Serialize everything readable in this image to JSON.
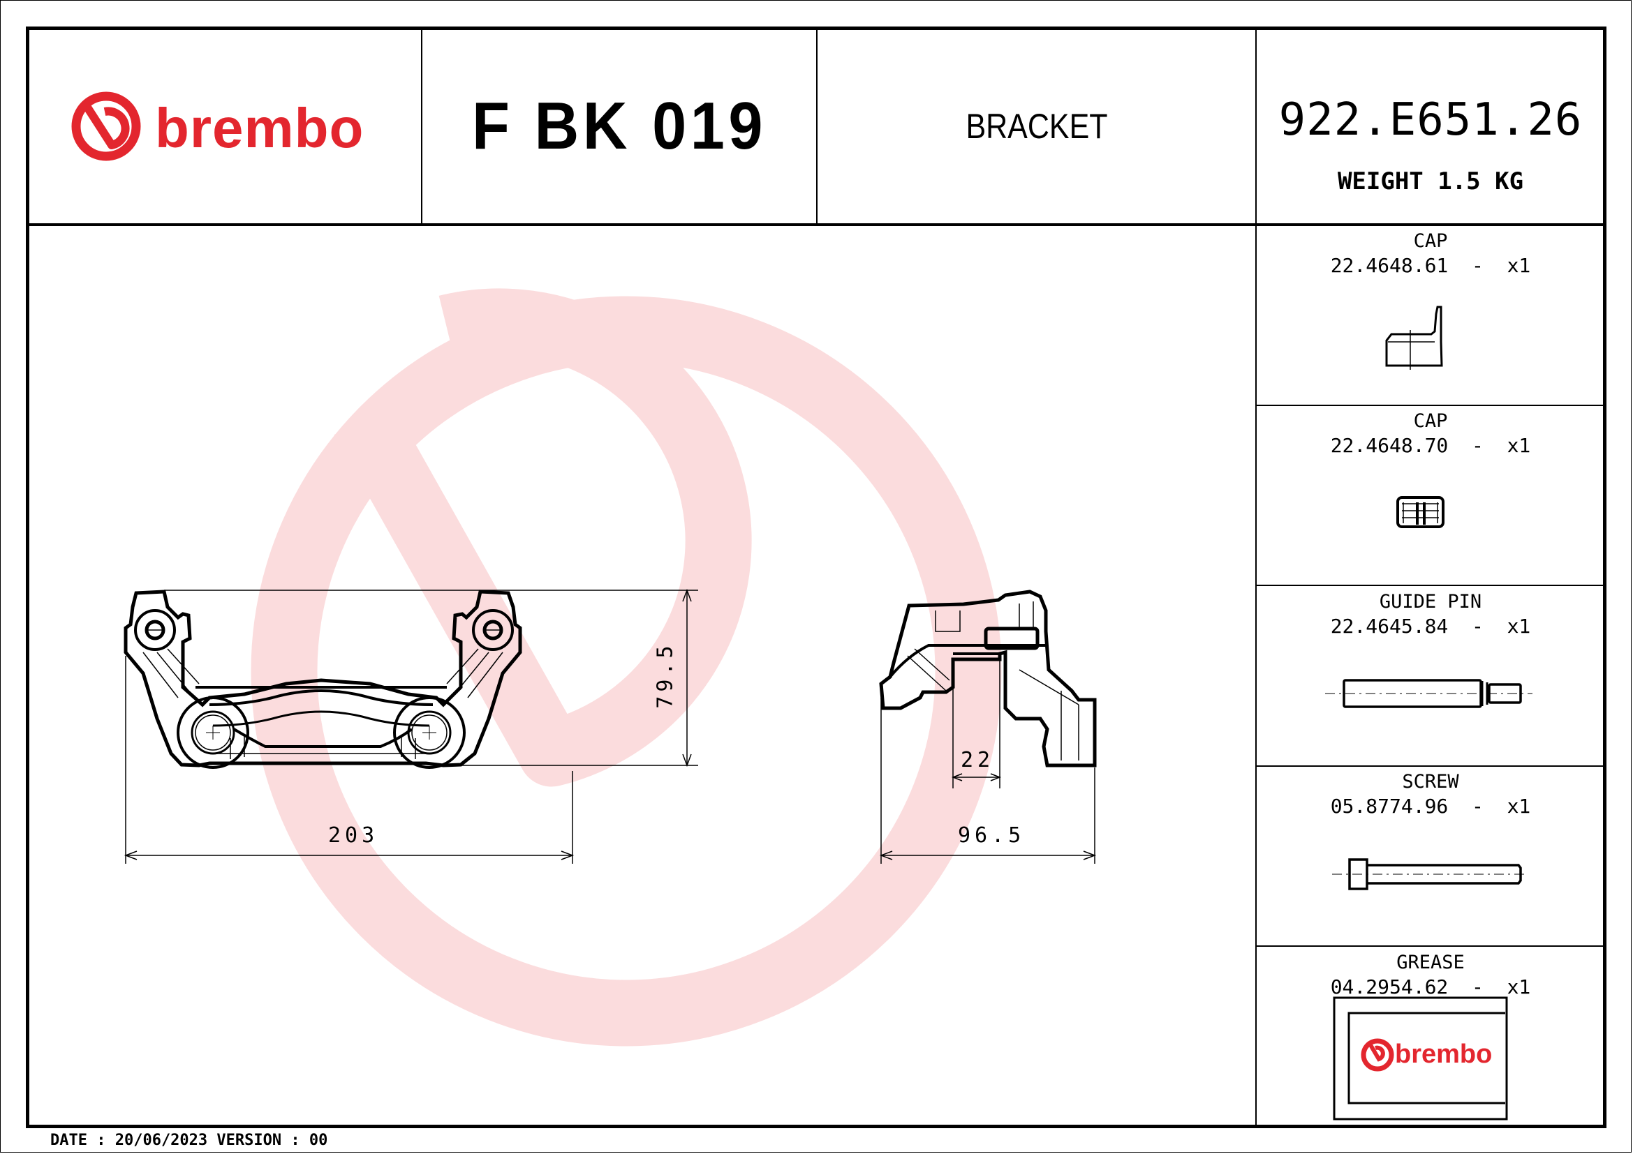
{
  "header": {
    "brand": "brembo",
    "product_code": "F BK 019",
    "description": "BRACKET",
    "part_number": "922.E651.26",
    "weight": "WEIGHT 1.5 KG"
  },
  "colors": {
    "brand_red": "#E3262E",
    "watermark": "#FADADB",
    "line": "#000000"
  },
  "drawing": {
    "front_view": {
      "width_dim": "203",
      "height_dim": "79.5"
    },
    "side_view": {
      "depth_dim": "96.5",
      "slot_dim": "22"
    }
  },
  "components": [
    {
      "title": "CAP",
      "code": "22.4648.61  -  x1",
      "icon": "cap-icon"
    },
    {
      "title": "CAP",
      "code": "22.4648.70  -  x1",
      "icon": "cap-plug-icon"
    },
    {
      "title": "GUIDE PIN",
      "code": "22.4645.84  -  x1",
      "icon": "guide-pin-icon"
    },
    {
      "title": "SCREW",
      "code": "05.8774.96  -  x1",
      "icon": "screw-icon"
    },
    {
      "title": "GREASE",
      "code": "04.2954.62  -  x1",
      "icon": "grease-package-icon",
      "package_brand": "brembo"
    }
  ],
  "footer": {
    "text": "DATE : 20/06/2023 VERSION : 00",
    "date": "20/06/2023",
    "version": "00"
  }
}
